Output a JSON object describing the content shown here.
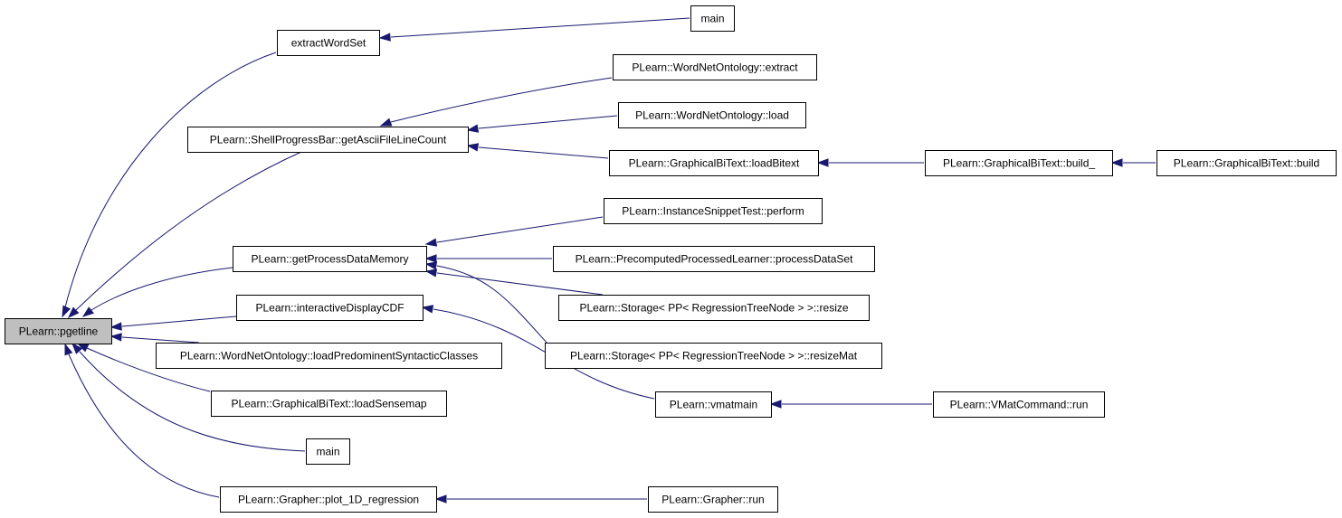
{
  "graph": {
    "nodes": [
      {
        "id": "pgetline",
        "label": "PLearn::pgetline",
        "root": true
      },
      {
        "id": "extractWordSet",
        "label": "extractWordSet"
      },
      {
        "id": "main_top",
        "label": "main"
      },
      {
        "id": "getAsciiFileLineCount",
        "label": "PLearn::ShellProgressBar::getAsciiFileLineCount"
      },
      {
        "id": "wn_extract",
        "label": "PLearn::WordNetOntology::extract"
      },
      {
        "id": "wn_load",
        "label": "PLearn::WordNetOntology::load"
      },
      {
        "id": "gbt_loadBitext",
        "label": "PLearn::GraphicalBiText::loadBitext"
      },
      {
        "id": "gbt_build_",
        "label": "PLearn::GraphicalBiText::build_"
      },
      {
        "id": "gbt_build",
        "label": "PLearn::GraphicalBiText::build"
      },
      {
        "id": "getProcessDataMemory",
        "label": "PLearn::getProcessDataMemory"
      },
      {
        "id": "ist_perform",
        "label": "PLearn::InstanceSnippetTest::perform"
      },
      {
        "id": "ppl_processDataSet",
        "label": "PLearn::PrecomputedProcessedLearner::processDataSet"
      },
      {
        "id": "storage_resize",
        "label": "PLearn::Storage< PP< RegressionTreeNode > >::resize"
      },
      {
        "id": "storage_resizeMat",
        "label": "PLearn::Storage< PP< RegressionTreeNode > >::resizeMat"
      },
      {
        "id": "interactiveDisplayCDF",
        "label": "PLearn::interactiveDisplayCDF"
      },
      {
        "id": "vmatmain",
        "label": "PLearn::vmatmain"
      },
      {
        "id": "vmatcommand_run",
        "label": "PLearn::VMatCommand::run"
      },
      {
        "id": "wn_loadPredominant",
        "label": "PLearn::WordNetOntology::loadPredominentSyntacticClasses"
      },
      {
        "id": "gbt_loadSensemap",
        "label": "PLearn::GraphicalBiText::loadSensemap"
      },
      {
        "id": "main_bottom",
        "label": "main"
      },
      {
        "id": "plot_1D_regression",
        "label": "PLearn::Grapher::plot_1D_regression"
      },
      {
        "id": "grapher_run",
        "label": "PLearn::Grapher::run"
      }
    ],
    "edges": [
      {
        "from": "extractWordSet",
        "to": "pgetline"
      },
      {
        "from": "main_top",
        "to": "extractWordSet"
      },
      {
        "from": "getAsciiFileLineCount",
        "to": "pgetline"
      },
      {
        "from": "wn_extract",
        "to": "getAsciiFileLineCount"
      },
      {
        "from": "wn_load",
        "to": "getAsciiFileLineCount"
      },
      {
        "from": "gbt_loadBitext",
        "to": "getAsciiFileLineCount"
      },
      {
        "from": "gbt_build_",
        "to": "gbt_loadBitext"
      },
      {
        "from": "gbt_build",
        "to": "gbt_build_"
      },
      {
        "from": "getProcessDataMemory",
        "to": "pgetline"
      },
      {
        "from": "ist_perform",
        "to": "getProcessDataMemory"
      },
      {
        "from": "ppl_processDataSet",
        "to": "getProcessDataMemory"
      },
      {
        "from": "storage_resize",
        "to": "getProcessDataMemory"
      },
      {
        "from": "storage_resizeMat",
        "to": "getProcessDataMemory"
      },
      {
        "from": "interactiveDisplayCDF",
        "to": "pgetline"
      },
      {
        "from": "vmatmain",
        "to": "interactiveDisplayCDF"
      },
      {
        "from": "vmatcommand_run",
        "to": "vmatmain"
      },
      {
        "from": "wn_loadPredominant",
        "to": "pgetline"
      },
      {
        "from": "gbt_loadSensemap",
        "to": "pgetline"
      },
      {
        "from": "main_bottom",
        "to": "pgetline"
      },
      {
        "from": "plot_1D_regression",
        "to": "pgetline"
      },
      {
        "from": "grapher_run",
        "to": "plot_1D_regression"
      }
    ]
  }
}
